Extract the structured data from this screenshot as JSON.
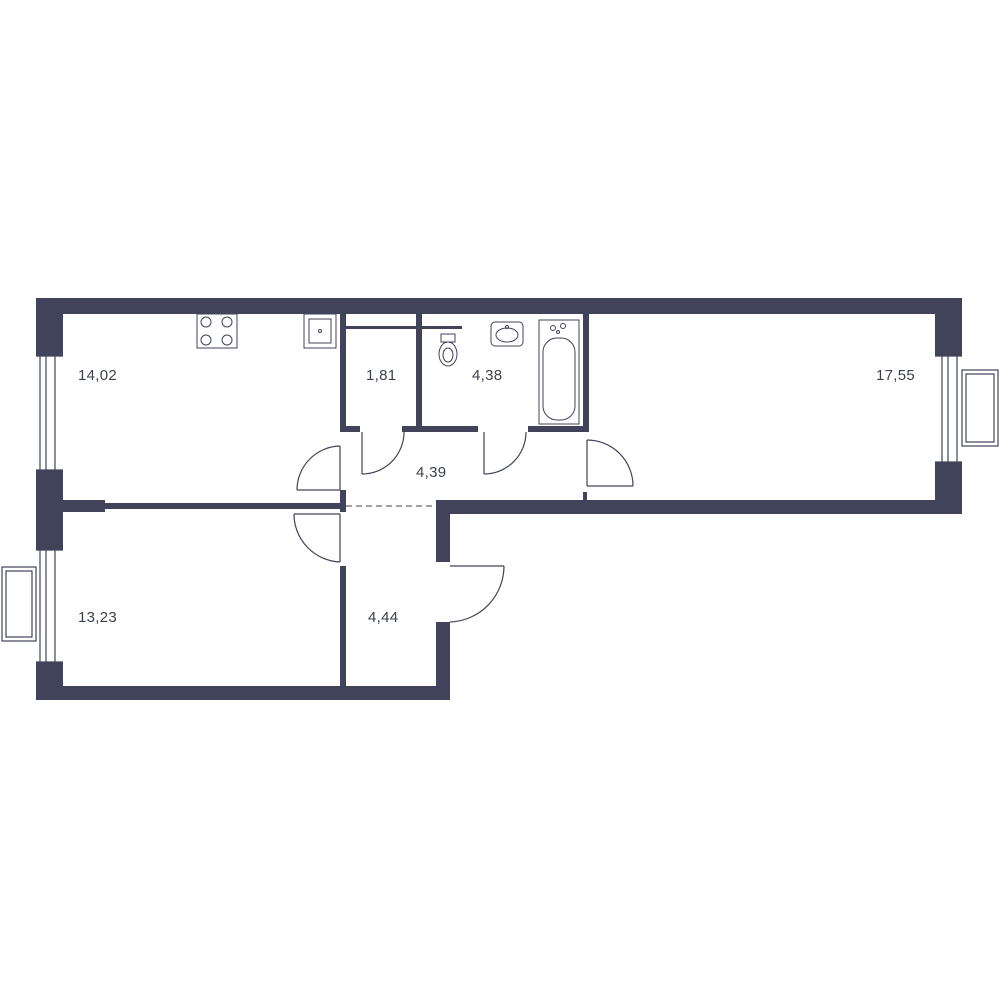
{
  "plan": {
    "wall_color": "#40435a",
    "line_color": "#40435a",
    "background": "#ffffff"
  },
  "rooms": {
    "kitchen": {
      "area": "14,02"
    },
    "storage": {
      "area": "1,81"
    },
    "bathroom": {
      "area": "4,38"
    },
    "living_room": {
      "area": "17,55"
    },
    "hallway": {
      "area": "4,39"
    },
    "bedroom": {
      "area": "13,23"
    },
    "entrance_hall": {
      "area": "4,44"
    }
  }
}
